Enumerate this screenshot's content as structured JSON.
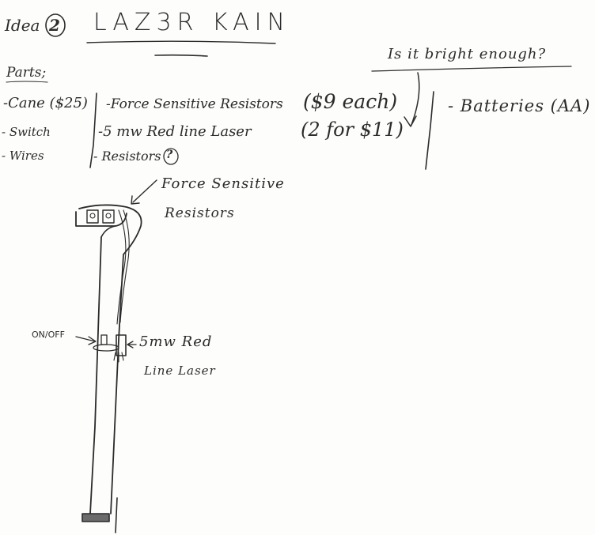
{
  "heading": {
    "idea_label": "Idea",
    "idea_number": "2",
    "title": "LAZ3R KAIN"
  },
  "question": "Is it bright enough?",
  "parts": {
    "heading": "Parts;",
    "basic": [
      "-Cane ($25)",
      "- Switch",
      "- Wires"
    ],
    "main": [
      {
        "item": "-Force Sensitive Resistors",
        "cost": "($9 each)"
      },
      {
        "item": "-5 mw Red line Laser",
        "cost": "(2 for $11)"
      },
      {
        "item": "- Resistors",
        "note": "?"
      }
    ],
    "power": "- Batteries (AA)"
  },
  "sketch_labels": {
    "fsr_line1": "Force Sensitive",
    "fsr_line2": "Resistors",
    "switch": "ON/OFF",
    "laser_line1": "5mw Red",
    "laser_line2": "Line Laser"
  },
  "colors": {
    "ink": "#2b2b2b",
    "paper": "#fdfdfc"
  }
}
